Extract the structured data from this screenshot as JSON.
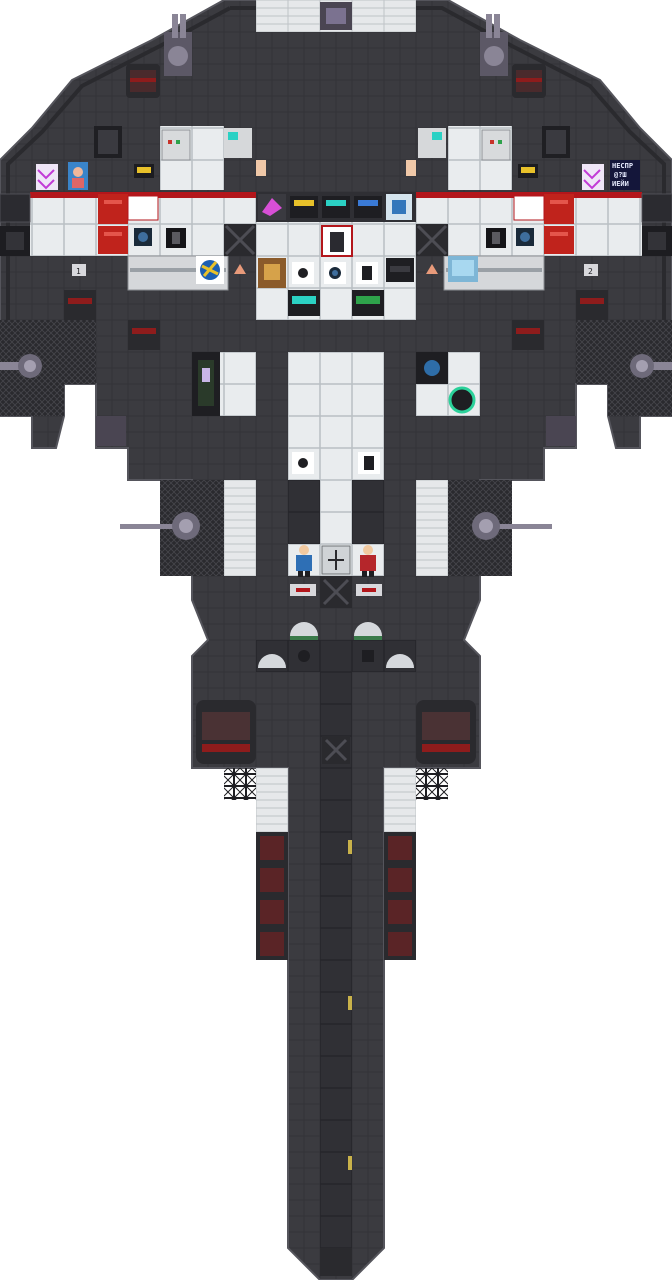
{
  "scene": {
    "colors": {
      "background": "#ffffff",
      "hull": "#3b3b40",
      "hull_dark": "#2a2a2e",
      "hull_edge": "#55555c",
      "floor_tile": "#e9ecee",
      "floor_grid": "#b9bfc4",
      "red_stripe": "#b3161b",
      "red_panel": "#c0231c",
      "console_screen": "#2bd1c4",
      "turret": "#8a8596",
      "lattice": "#1e1e22"
    },
    "markers": {
      "left_marker": "1",
      "right_marker": "2"
    },
    "sign_right": {
      "line1": "НЕСПР",
      "line2": "@?Ш",
      "line3": "ИЕЙИ"
    },
    "icons": [
      "turret-icon",
      "engine-thruster-icon",
      "console-icon",
      "airlock-door-icon",
      "crew-figure-icon",
      "vent-icon",
      "teleporter-pad-icon",
      "lattice-icon"
    ]
  }
}
